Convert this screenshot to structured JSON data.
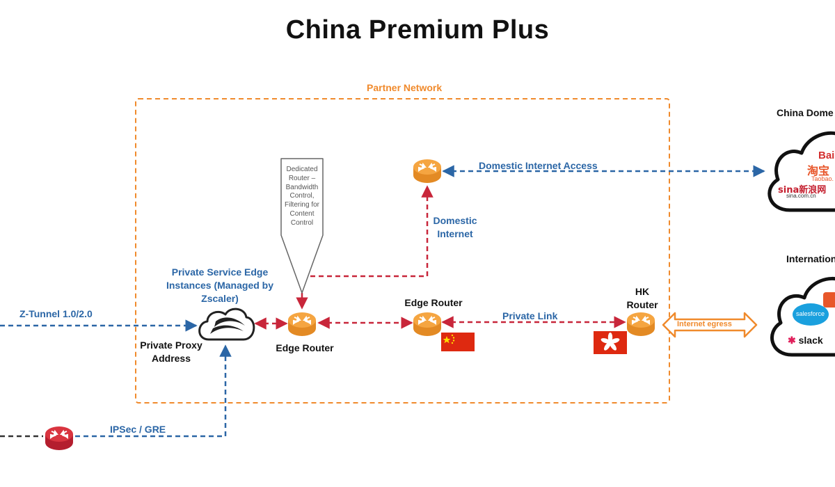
{
  "title": "China Premium Plus",
  "partner_network": "Partner Network",
  "domestic_internet_access": "Domestic Internet Access",
  "domestic_internet": "Domestic\nInternet",
  "callout": "Dedicated\nRouter –\nBandwidth\nControl,\nFiltering for\nContent\nControl",
  "private_service_edge": "Private Service Edge\nInstances (Managed by\nZscaler)",
  "z_tunnel": "Z-Tunnel 1.0/2.0",
  "private_proxy": "Private Proxy\nAddress",
  "edge_router_1": "Edge Router",
  "edge_router_2": "Edge Router",
  "private_link": "Private Link",
  "hk_router": "HK\nRouter",
  "internet_egress": "Internet egress",
  "ipsec_gre": "IPSec / GRE",
  "china_domestic": "China Dome",
  "international": "Internation",
  "cloud_china_logos": [
    "Bai",
    "淘宝",
    "Taobao.",
    "sina新浪网",
    "sina.com.cn"
  ],
  "cloud_intl_logos": [
    "salesforce",
    "slack"
  ],
  "colors": {
    "orange": "#f08a2c",
    "blue": "#2b66a6",
    "red": "#c8263a",
    "router_orange": "#f2a03d",
    "router_red": "#d3283a"
  },
  "icons": [
    "router-icon",
    "zscaler-cloud-icon",
    "china-flag-icon",
    "hong-kong-flag-icon",
    "cloud-icon"
  ]
}
